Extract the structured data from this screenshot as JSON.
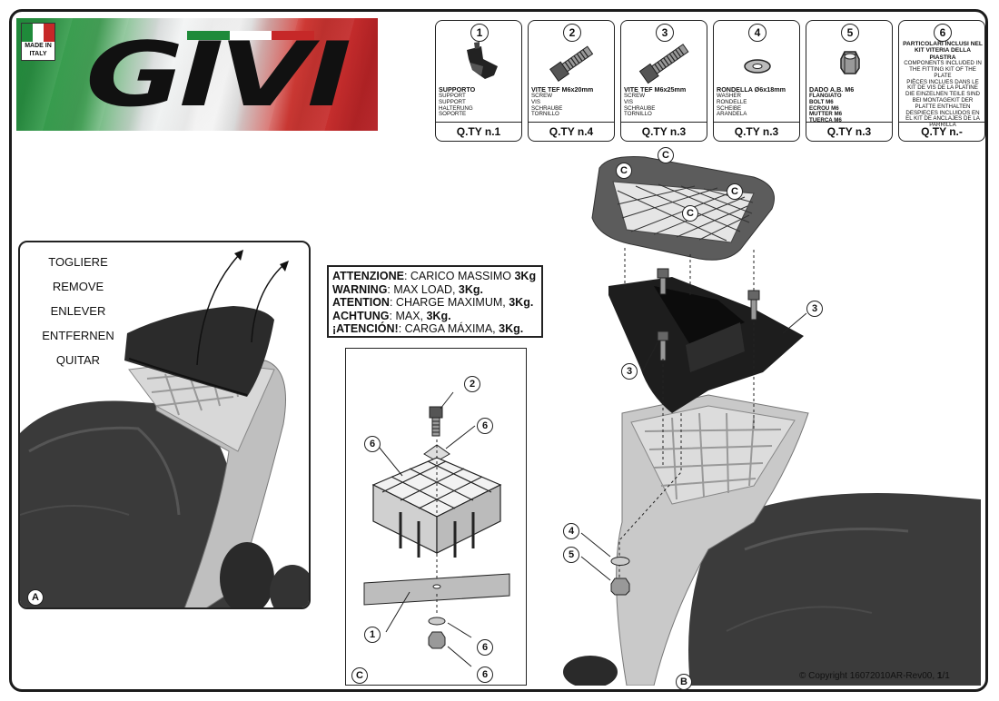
{
  "logo": {
    "made_in": [
      "MADE IN",
      "ITALY"
    ],
    "brand": "GIVI"
  },
  "parts": [
    {
      "num": "1",
      "name": "SUPPORTO",
      "translations": [
        "SUPPORT",
        "SUPPORT",
        "HALTERUNG",
        "SOPORTE"
      ],
      "qty": "Q.TY n.1",
      "icon": "bracket-icon"
    },
    {
      "num": "2",
      "name": "VITE TEF M6x20mm",
      "translations": [
        "SCREW",
        "VIS",
        "SCHRAUBE",
        "TORNILLO"
      ],
      "qty": "Q.TY n.4",
      "icon": "screw-icon"
    },
    {
      "num": "3",
      "name": "VITE TEF M6x25mm",
      "translations": [
        "SCREW",
        "VIS",
        "SCHRAUBE",
        "TORNILLO"
      ],
      "qty": "Q.TY n.3",
      "icon": "screw-icon"
    },
    {
      "num": "4",
      "name": "RONDELLA Ø6x18mm",
      "translations": [
        "WASHER",
        "RONDELLE",
        "SCHEIBE",
        "ARANDELA"
      ],
      "qty": "Q.TY n.3",
      "icon": "washer-icon"
    },
    {
      "num": "5",
      "name": "DADO A.B. M6",
      "translations": [
        "FLANGIATO",
        "BOLT M6",
        "ECROU M6",
        "MUTTER M6",
        "TUERCA M6"
      ],
      "qty": "Q.TY n.3",
      "icon": "nut-icon"
    },
    {
      "num": "6",
      "name": "PARTICOLARI INCLUSI NEL KIT VITERIA DELLA PIASTRA",
      "translations": [
        "COMPONENTS INCLUDED IN THE FITTING KIT OF THE PLATE",
        "PIÈCES INCLUES DANS LE KIT DE VIS DE LA PLATINE",
        "DIE EINZELNEN TEILE SIND BEI MONTAGEKIT DER PLATTE ENTHALTEN",
        "DESPIECES INCLUIDOS EN EL KIT DE ANCLAJES DE LA PARRILLA"
      ],
      "qty": "Q.TY n.-",
      "icon": "none"
    }
  ],
  "panel_a": {
    "remove_labels": [
      "TOGLIERE",
      "REMOVE",
      "ENLEVER",
      "ENTFERNEN",
      "QUITAR"
    ],
    "badge": "A"
  },
  "warning": [
    {
      "head": "ATTENZIONE",
      "text": ": CARICO MASSIMO ",
      "val": "3Kg"
    },
    {
      "head": "WARNING",
      "text": ": MAX LOAD, ",
      "val": "3Kg."
    },
    {
      "head": "ATENTION",
      "text": ": CHARGE MAXIMUM, ",
      "val": "3Kg."
    },
    {
      "head": "ACHTUNG",
      "text": ": MAX, ",
      "val": "3Kg."
    },
    {
      "head": "¡ATENCIÓN!",
      "text": ": CARGA MÁXIMA, ",
      "val": "3Kg."
    }
  ],
  "panel_c": {
    "badge": "C",
    "callouts": [
      "2",
      "6",
      "6",
      "1",
      "6",
      "6"
    ]
  },
  "panel_b": {
    "badge": "B",
    "plate_callouts": [
      "C",
      "C",
      "C",
      "C"
    ],
    "callouts": [
      "3",
      "3",
      "4",
      "5"
    ]
  },
  "copyright": {
    "prefix": "© Copyright 16072010AR-Rev00, ",
    "page": "1",
    "suffix": "/1"
  }
}
